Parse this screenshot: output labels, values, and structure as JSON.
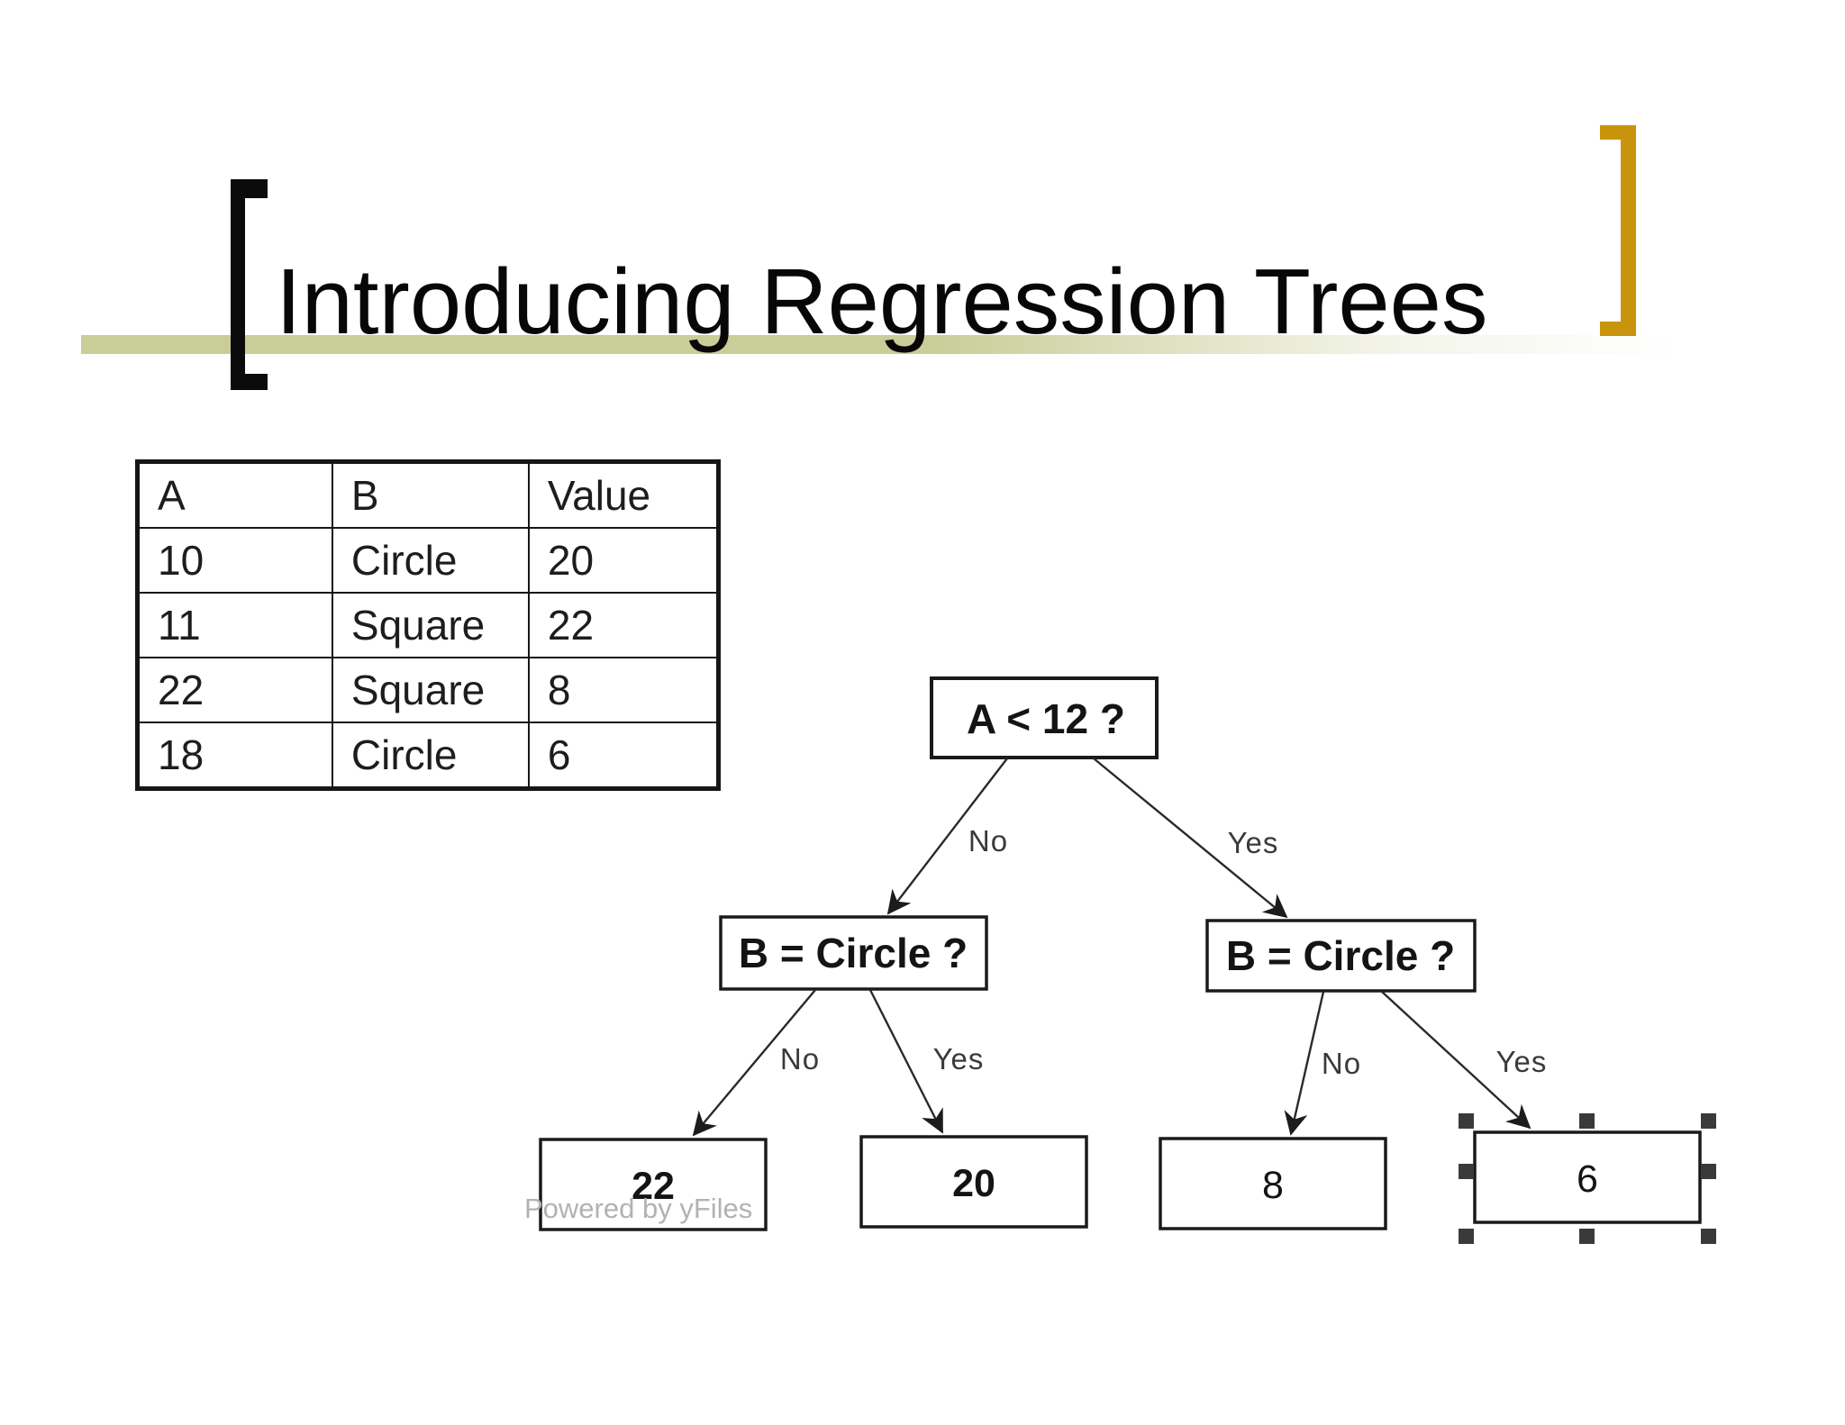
{
  "slide": {
    "title": "Introducing Regression Trees"
  },
  "table": {
    "headers": [
      "A",
      "B",
      "Value"
    ],
    "rows": [
      [
        "10",
        "Circle",
        "20"
      ],
      [
        "11",
        "Square",
        "22"
      ],
      [
        "22",
        "Square",
        "8"
      ],
      [
        "18",
        "Circle",
        "6"
      ]
    ]
  },
  "tree": {
    "nodes": {
      "root": "A < 12 ?",
      "left_child": "B = Circle ?",
      "right_child": "B = Circle ?",
      "leaf_left_no": "22",
      "leaf_left_yes": "20",
      "leaf_right_no": "8",
      "leaf_right_yes": "6"
    },
    "edge_labels": {
      "root_no": "No",
      "root_yes": "Yes",
      "left_no": "No",
      "left_yes": "Yes",
      "right_no": "No",
      "right_yes": "Yes"
    }
  },
  "watermark": "Powered by yFiles",
  "colors": {
    "bracket_left": "#0b0b0b",
    "bracket_right": "#c8940b",
    "title_band": "#c9cd97",
    "selection_handle": "#3a3a3a"
  }
}
